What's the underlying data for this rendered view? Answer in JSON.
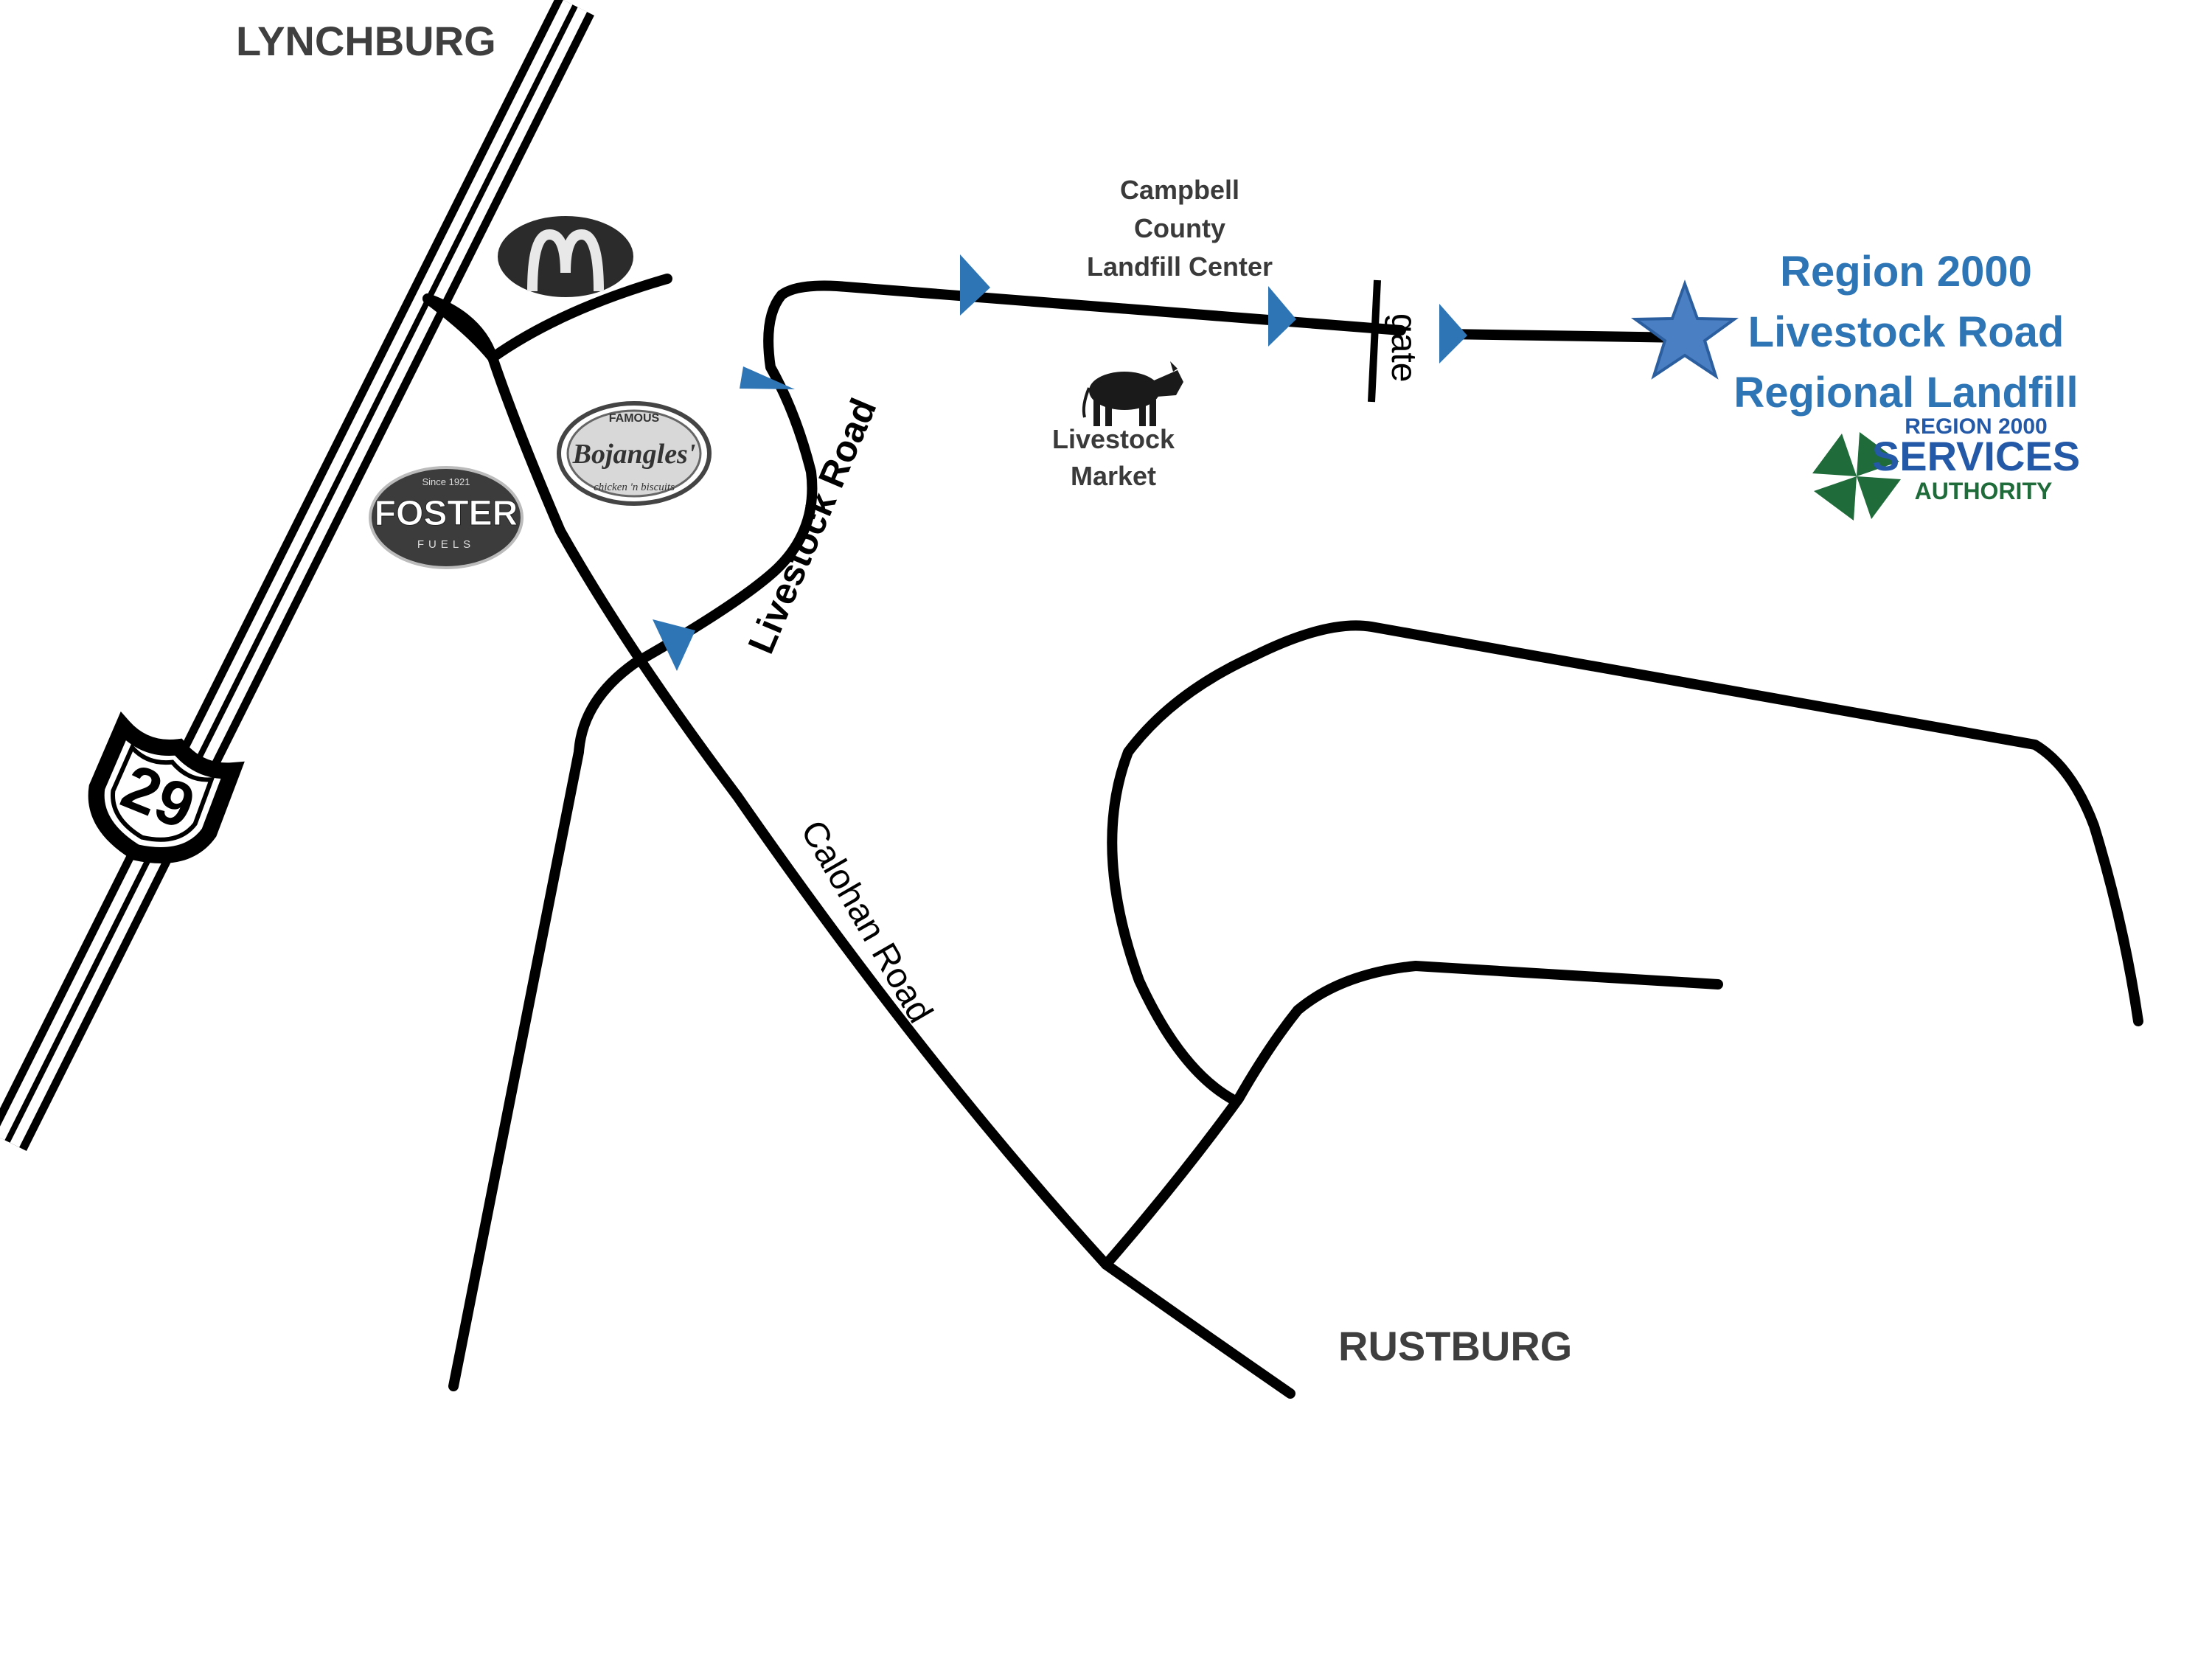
{
  "colors": {
    "road": "#000000",
    "arrow": "#2e75b6",
    "star": "#4a7fc4",
    "destination_text": "#2e75b6",
    "logo_green": "#1f6b3a",
    "logo_blue": "#2459a8",
    "place_label": "#3f3f3f"
  },
  "places": {
    "north": "LYNCHBURG",
    "south": "RUSTBURG"
  },
  "route_shield": {
    "number": "29"
  },
  "roads": {
    "livestock": "Livestock Road",
    "calohan": "Calohan Road",
    "gate": "gate"
  },
  "landmarks": {
    "landfill_center": [
      "Campbell",
      "County",
      "Landfill Center"
    ],
    "livestock_market": [
      "Livestock",
      "Market"
    ],
    "mcdonalds": {
      "icon": "golden-arches-icon",
      "letter": "M"
    },
    "bojangles": {
      "top": "FAMOUS",
      "name": "Bojangles'",
      "bottom": "chicken 'n biscuits"
    },
    "foster": {
      "since": "Since 1921",
      "name": "FOSTER",
      "sub": "FUELS"
    }
  },
  "destination": {
    "lines": [
      "Region 2000",
      "Livestock Road",
      "Regional Landfill"
    ],
    "icon": "star-icon"
  },
  "authority_logo": {
    "line1": "REGION 2000",
    "line2": "SERVICES",
    "line3": "AUTHORITY",
    "icon": "pinwheel-icon"
  }
}
